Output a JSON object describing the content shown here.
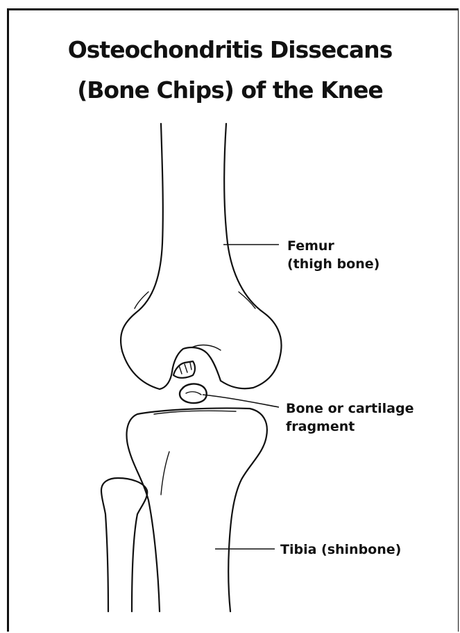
{
  "title": {
    "line1": "Osteochondritis Dissecans",
    "line2": "(Bone Chips) of the Knee"
  },
  "labels": {
    "femur_line1": "Femur",
    "femur_line2": "(thigh bone)",
    "fragment_line1": "Bone or cartilage",
    "fragment_line2": "fragment",
    "tibia": "Tibia (shinbone)"
  }
}
